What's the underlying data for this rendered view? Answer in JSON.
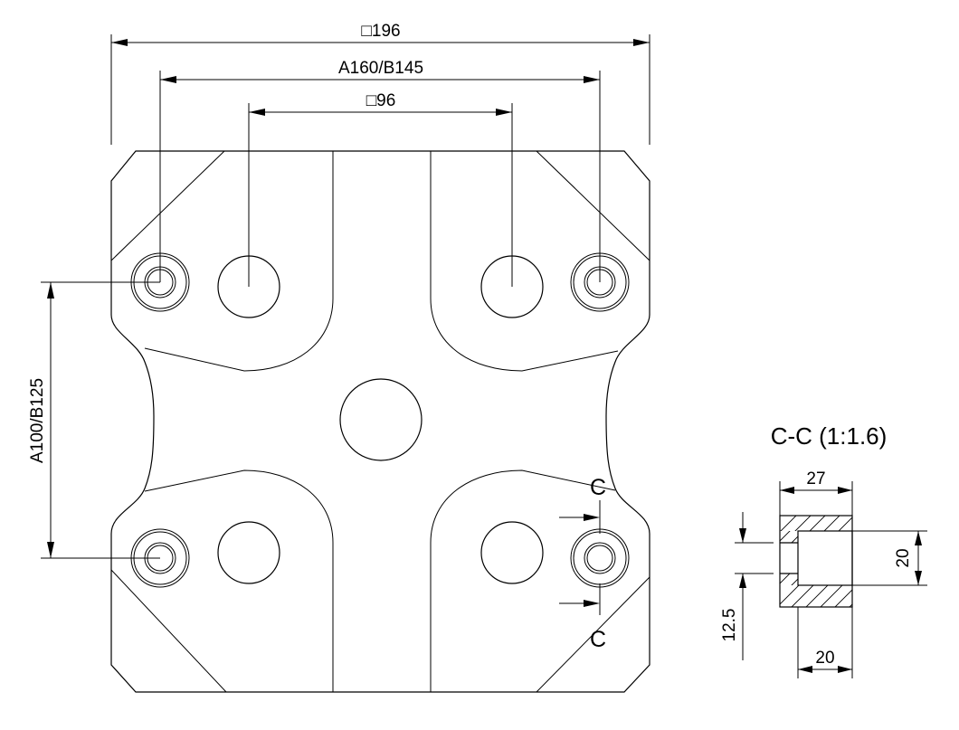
{
  "drawing": {
    "top_dimensions": {
      "overall": "□196",
      "outer_holes": "A160/B145",
      "inner_holes": "□96"
    },
    "side_dimension": "A100/B125",
    "section_marks": {
      "upper": "C",
      "lower": "C"
    },
    "section_view": {
      "title": "C-C (1:1.6)",
      "width_top": "27",
      "bore_height": "20",
      "step_height": "12.5",
      "width_bottom": "20"
    }
  }
}
